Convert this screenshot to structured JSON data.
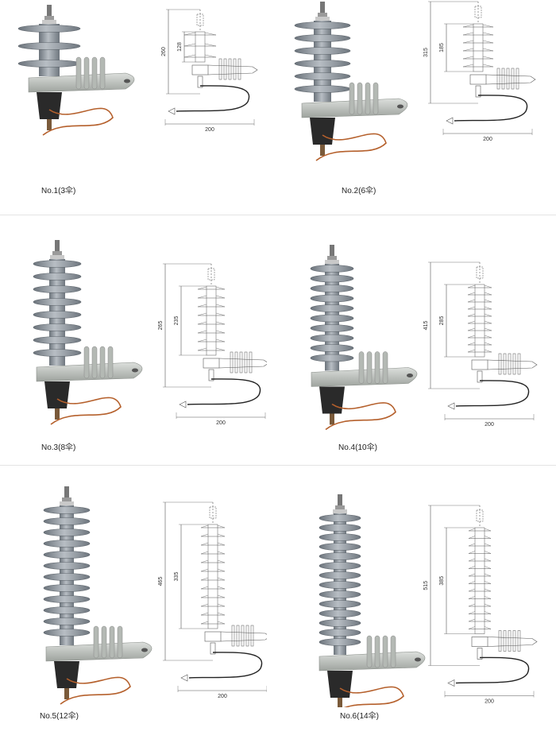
{
  "products": [
    {
      "caption": "No.1(3伞)",
      "sheds": 3,
      "dimensions": {
        "overall": "260",
        "housing": "128",
        "lead": "200"
      }
    },
    {
      "caption": "No.2(6伞)",
      "sheds": 6,
      "dimensions": {
        "overall": "315",
        "housing": "185",
        "lead": "200"
      }
    },
    {
      "caption": "No.3(8伞)",
      "sheds": 8,
      "dimensions": {
        "overall": "265",
        "housing": "235",
        "lead": "200"
      }
    },
    {
      "caption": "No.4(10伞)",
      "sheds": 10,
      "dimensions": {
        "overall": "415",
        "housing": "285",
        "lead": "200"
      }
    },
    {
      "caption": "No.5(12伞)",
      "sheds": 12,
      "dimensions": {
        "overall": "465",
        "housing": "335",
        "lead": "200"
      }
    },
    {
      "caption": "No.6(14伞)",
      "sheds": 14,
      "dimensions": {
        "overall": "515",
        "housing": "385",
        "lead": "200"
      }
    }
  ],
  "colors": {
    "housing": "#8e969e",
    "bracket": "#c2c6c2",
    "base": "#2a2a2a",
    "lead_wire": "#b5602c",
    "drawing_line": "#555555"
  }
}
